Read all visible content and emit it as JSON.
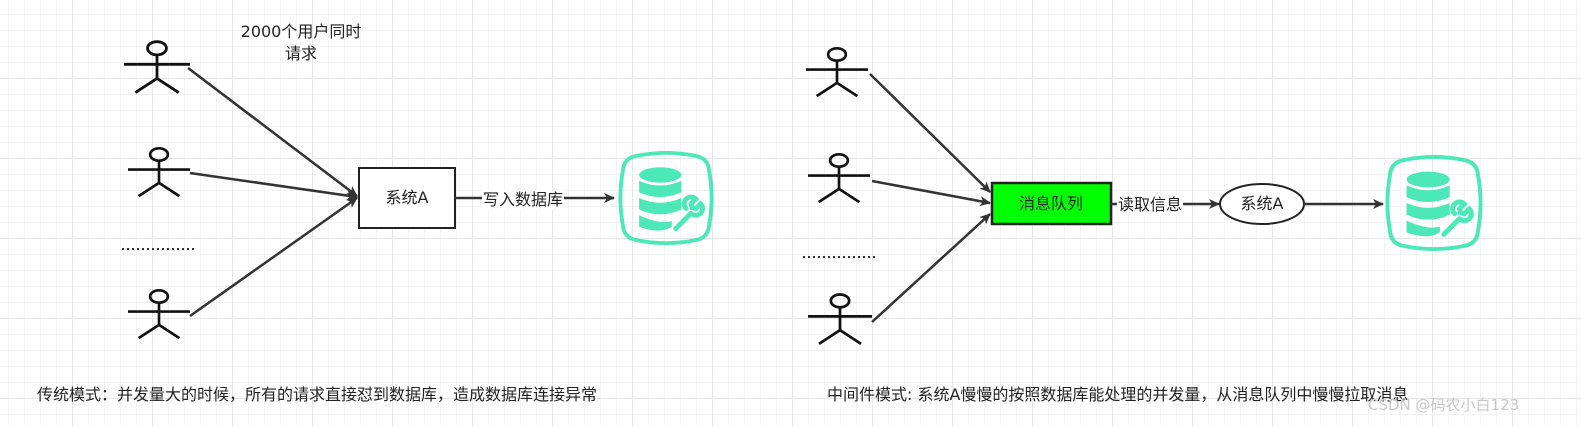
{
  "left": {
    "request_note_line1": "2000个用户同时",
    "request_note_line2": "请求",
    "system_box": "系统A",
    "edge_label": "写入数据库",
    "caption": "传统模式：并发量大的时候，所有的请求直接怼到数据库，造成数据库连接异常"
  },
  "right": {
    "queue_box": "消息队列",
    "edge_label": "读取信息",
    "system_ellipse": "系统A",
    "caption": "中间件模式: 系统A慢慢的按照数据库能处理的并发量，从消息队列中慢慢拉取消息"
  },
  "watermark": "CSDN @码农小白123",
  "colors": {
    "database_icon": "#4de8b8",
    "queue_fill": "#00ff00",
    "stroke": "#333333"
  },
  "icons": {
    "user": "stick-figure-actor",
    "database": "database-with-wrench"
  }
}
